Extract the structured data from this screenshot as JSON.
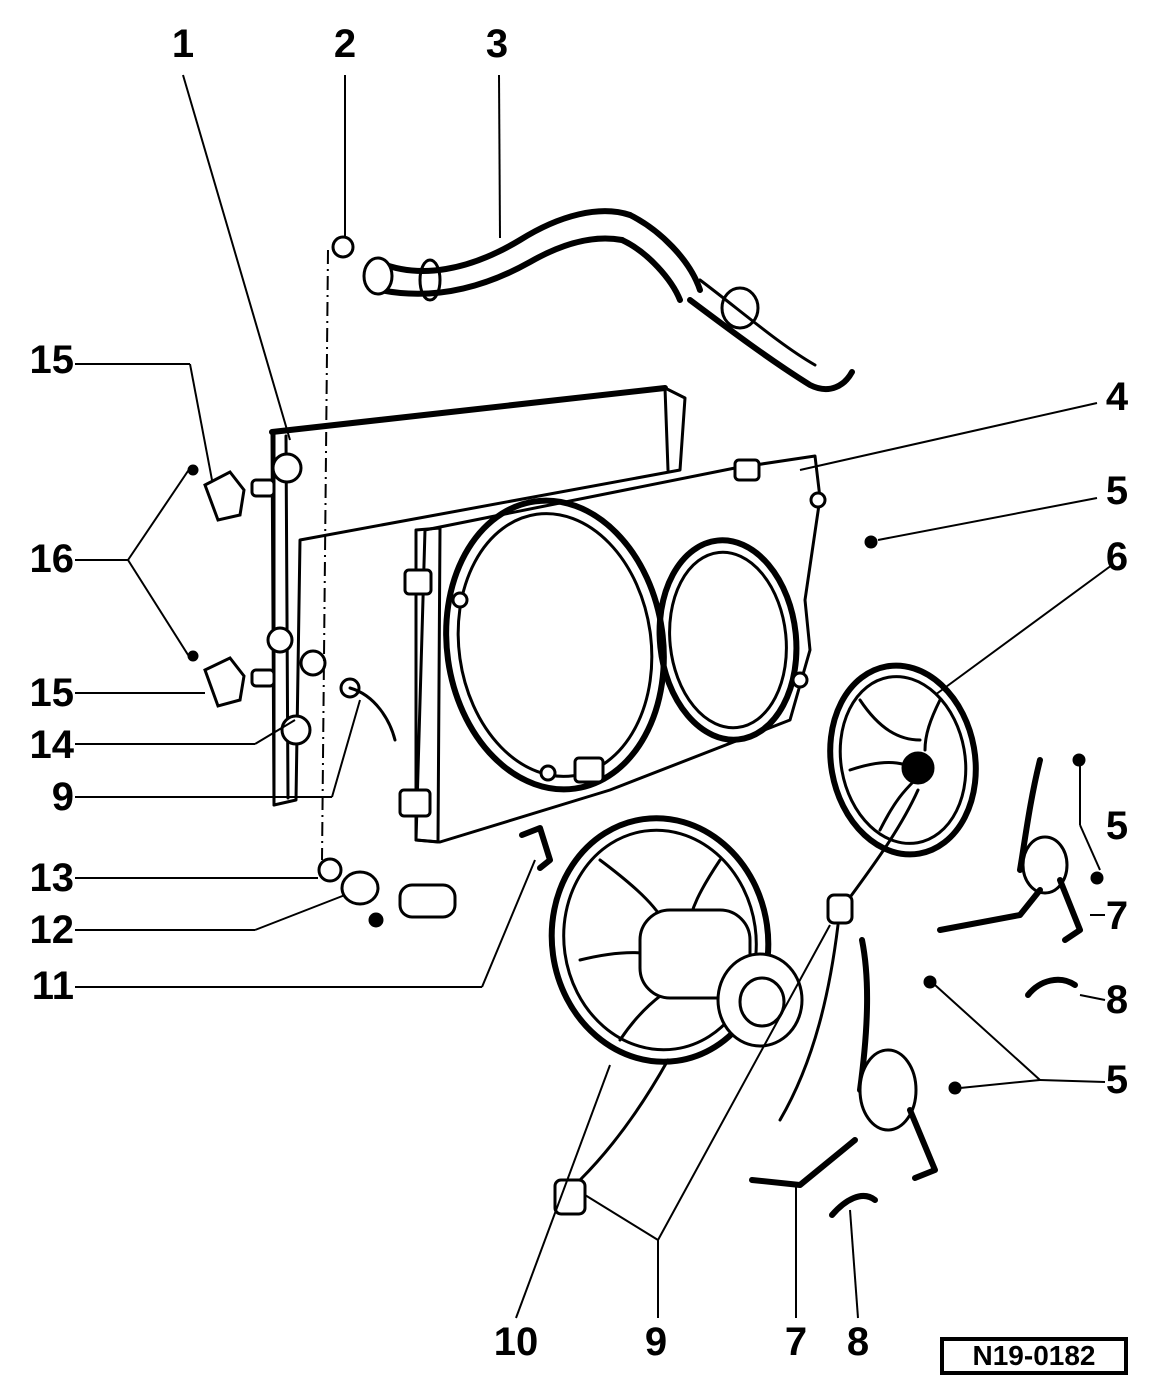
{
  "labels": {
    "l1": "1",
    "l2": "2",
    "l3": "3",
    "l4": "4",
    "l5a": "5",
    "l5b": "5",
    "l5c": "5",
    "l6": "6",
    "l7a": "7",
    "l8a": "8",
    "l9a": "9",
    "l10": "10",
    "l11": "11",
    "l12": "12",
    "l13": "13",
    "l14": "14",
    "l15a": "15",
    "l15b": "15",
    "l16": "16",
    "l9b": "9",
    "l7b": "7",
    "l8b": "8"
  },
  "figure_ref": "N19-0182"
}
